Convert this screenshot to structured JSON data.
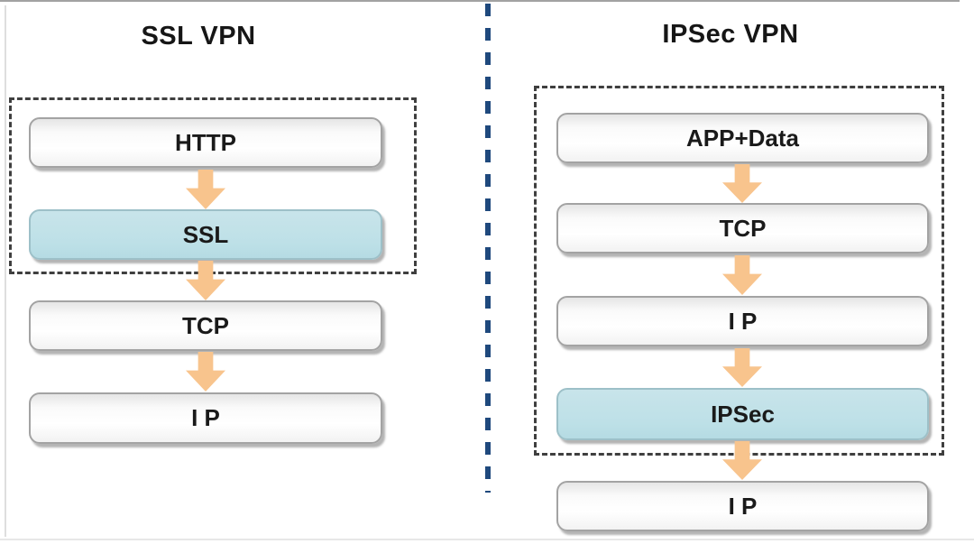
{
  "colors": {
    "divider": "#1F497D",
    "arrow": "#F8C48D",
    "highlight_box": "#BDE0E7",
    "dashed_outline": "#3f3f3f",
    "text": "#1a1a1a"
  },
  "left_panel": {
    "title": "SSL VPN",
    "boxes": [
      {
        "label": "HTTP",
        "style": "plain"
      },
      {
        "label": "SSL",
        "style": "highlight"
      },
      {
        "label": "TCP",
        "style": "plain"
      },
      {
        "label": "I P",
        "style": "plain"
      }
    ]
  },
  "right_panel": {
    "title": "IPSec VPN",
    "boxes": [
      {
        "label": "APP+Data",
        "style": "plain"
      },
      {
        "label": "TCP",
        "style": "plain"
      },
      {
        "label": "I P",
        "style": "plain"
      },
      {
        "label": "IPSec",
        "style": "highlight"
      },
      {
        "label": "I P",
        "style": "plain"
      }
    ]
  }
}
